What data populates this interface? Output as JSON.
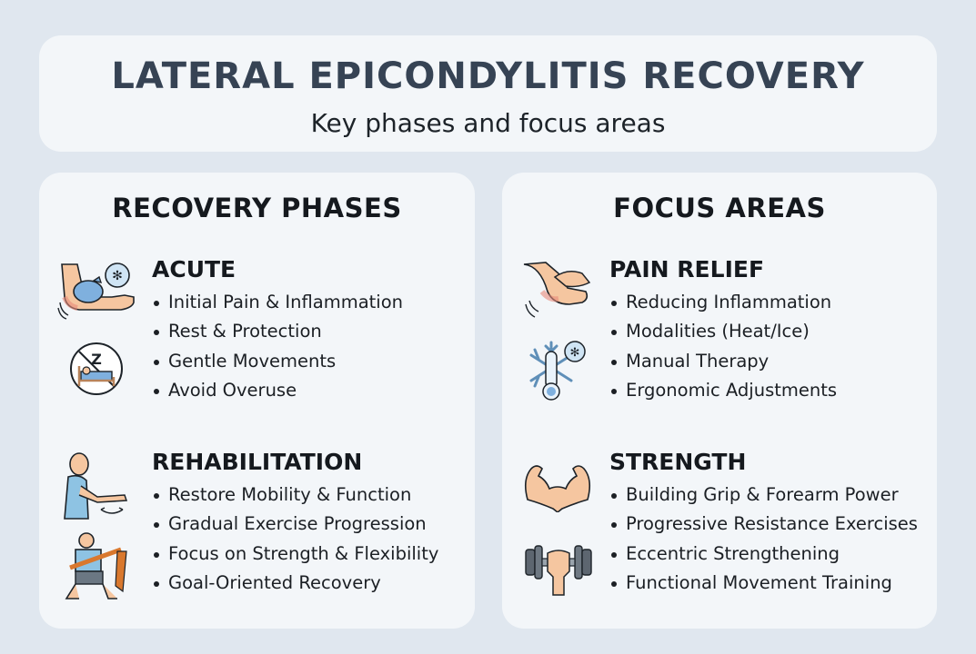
{
  "header": {
    "title": "LATERAL EPICONDYLITIS RECOVERY",
    "subtitle": "Key phases and focus areas"
  },
  "left_panel": {
    "title": "RECOVERY PHASES",
    "sections": [
      {
        "title": "ACUTE",
        "icons": [
          "elbow-ice-pack-icon",
          "no-bed-rest-icon"
        ],
        "items": [
          "Initial Pain & Inflammation",
          "Rest & Protection",
          "Gentle Movements",
          "Avoid Overuse"
        ]
      },
      {
        "title": "REHABILITATION",
        "icons": [
          "arm-rotation-exercise-icon",
          "resistance-band-icon"
        ],
        "items": [
          "Restore Mobility & Function",
          "Gradual Exercise Progression",
          "Focus on Strength & Flexibility",
          "Goal-Oriented Recovery"
        ]
      }
    ]
  },
  "right_panel": {
    "title": "FOCUS AREAS",
    "sections": [
      {
        "title": "PAIN RELIEF",
        "icons": [
          "forearm-massage-icon",
          "snowflake-thermometer-icon"
        ],
        "items": [
          "Reducing Inflammation",
          "Modalities (Heat/Ice)",
          "Manual Therapy",
          "Ergonomic Adjustments"
        ]
      },
      {
        "title": "STRENGTH",
        "icons": [
          "flexed-biceps-icon",
          "dumbbell-grip-icon"
        ],
        "items": [
          "Building Grip & Forearm Power",
          "Progressive Resistance Exercises",
          "Eccentric Strengthening",
          "Functional Movement Training"
        ]
      }
    ]
  },
  "colors": {
    "background": "#e0e7ef",
    "card": "#f3f6f9",
    "title": "#364354",
    "skin": "#f5c6a0",
    "ice_blue": "#8fbce6",
    "shirt_blue": "#8ec3e3"
  }
}
